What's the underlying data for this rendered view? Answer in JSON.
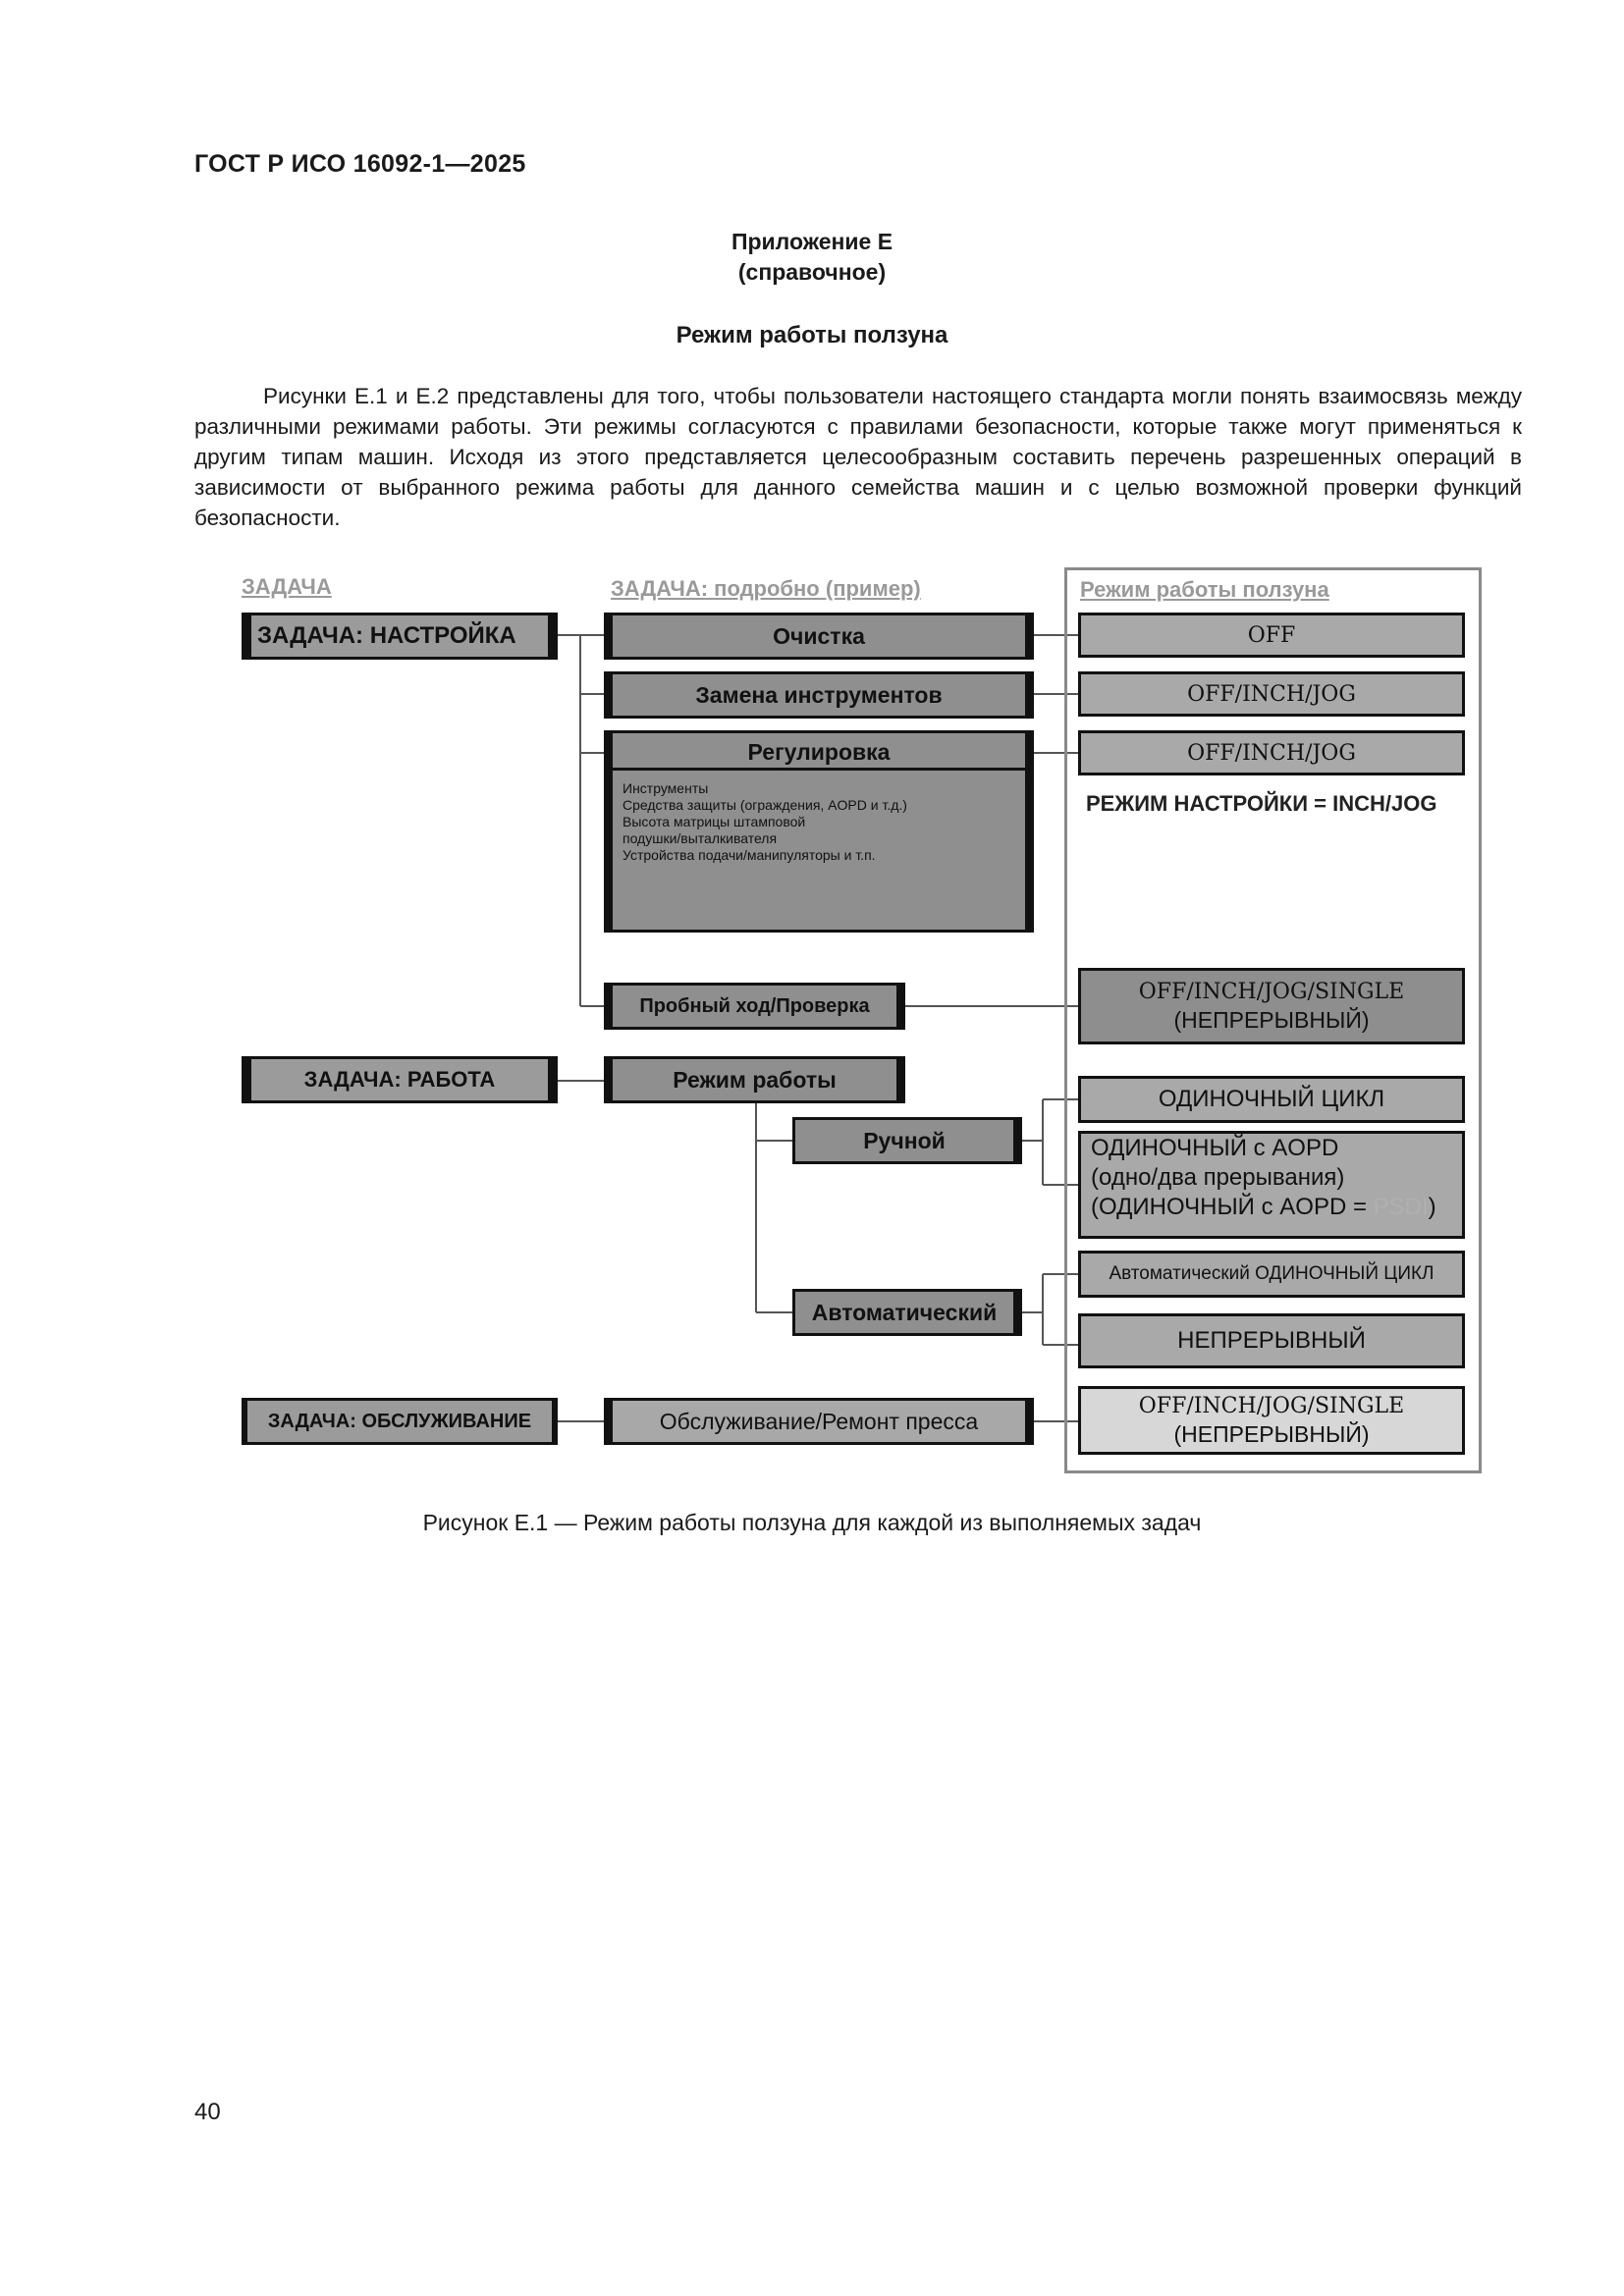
{
  "header": {
    "code": "ГОСТ Р ИСО 16092-1—2025"
  },
  "annex": {
    "title": "Приложение Е",
    "kind": "(справочное)",
    "heading": "Режим работы ползуна"
  },
  "intro": "Рисунки Е.1 и Е.2 представлены для того, чтобы пользователи настоящего стандарта могли понять взаимосвязь между различными режимами работы. Эти режимы согласуются с правилами безопасности, которые также могут применяться к другим типам машин. Исходя из этого представляется целесообразным составить перечень разрешенных операций в зависимости от выбранного режима работы для данного семейства машин и с целью возможной проверки функций безопасности.",
  "diagram": {
    "col_headers": {
      "task": "ЗАДАЧА",
      "detail": "ЗАДАЧА: подробно (пример)",
      "mode": "Режим работы ползуна"
    },
    "tasks": {
      "setup": "ЗАДАЧА: НАСТРОЙКА",
      "work": "ЗАДАЧА: РАБОТА",
      "service": "ЗАДАЧА: ОБСЛУЖИВАНИЕ"
    },
    "details": {
      "cleaning": "Очистка",
      "tool_change": "Замена инструментов",
      "adjustment": "Регулировка",
      "adjustment_items": [
        "Инструменты",
        "Средства защиты (ограждения, AOPD и т.д.)",
        "Высота матрицы штамповой",
        "подушки/выталкивателя",
        "Устройства подачи/манипуляторы и т.п."
      ],
      "trial": "Пробный ход/Проверка",
      "operation_mode": "Режим работы",
      "manual": "Ручной",
      "automatic": "Автоматический",
      "service_repair": "Обслуживание/Ремонт пресса"
    },
    "modes": {
      "off": "OFF",
      "off_inch_jog_1": "OFF/INCH/JOG",
      "off_inch_jog_2": "OFF/INCH/JOG",
      "setup_note": "РЕЖИМ НАСТРОЙКИ = INCH/JOG",
      "trial_line1": "OFF/INCH/JOG/SINGLE",
      "trial_line2": "(НЕПРЕРЫВНЫЙ)",
      "single_cycle": "ОДИНОЧНЫЙ ЦИКЛ",
      "single_aopd_line1": "ОДИНОЧНЫЙ с AOPD",
      "single_aopd_line2": "(одно/два прерывания)",
      "single_aopd_line3_a": "(ОДИНОЧНЫЙ с AOPD = ",
      "single_aopd_line3_psdi": "PSDI",
      "single_aopd_line3_b": ")",
      "auto_single": "Автоматический ОДИНОЧНЫЙ ЦИКЛ",
      "continuous": "НЕПРЕРЫВНЫЙ",
      "service_line1": "OFF/INCH/JOG/SINGLE",
      "service_line2": "(НЕПРЕРЫВНЫЙ)"
    }
  },
  "caption": "Рисунок Е.1 — Режим работы ползуна для каждой из выполняемых задач",
  "page_number": "40"
}
